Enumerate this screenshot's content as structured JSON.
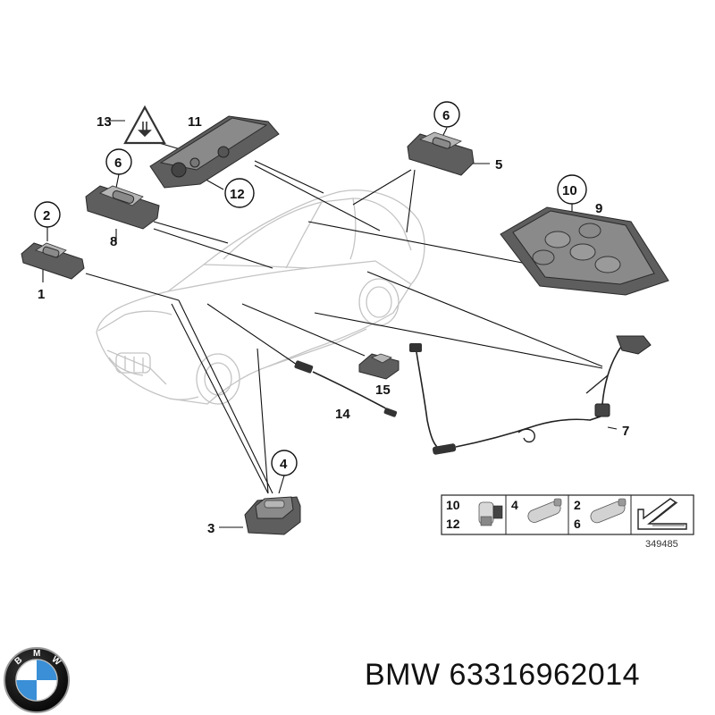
{
  "callouts": {
    "c1": "1",
    "c2": "2",
    "c3": "3",
    "c4": "4",
    "c5": "5",
    "c6a": "6",
    "c6b": "6",
    "c7": "7",
    "c8": "8",
    "c9": "9",
    "c10": "10",
    "c11": "11",
    "c12": "12",
    "c13": "13",
    "c14": "14",
    "c15": "15"
  },
  "legend": {
    "cell1_top": "10",
    "cell1_bottom": "12",
    "cell2_top": "4",
    "cell3_top": "2",
    "cell3_bottom": "6"
  },
  "figure_number": "349485",
  "brand": {
    "logo_letters": "BMW",
    "caption": "BMW 63316962014",
    "colors": {
      "blue": "#3a8fd6",
      "black": "#111111",
      "silver": "#9a9a9a"
    }
  }
}
